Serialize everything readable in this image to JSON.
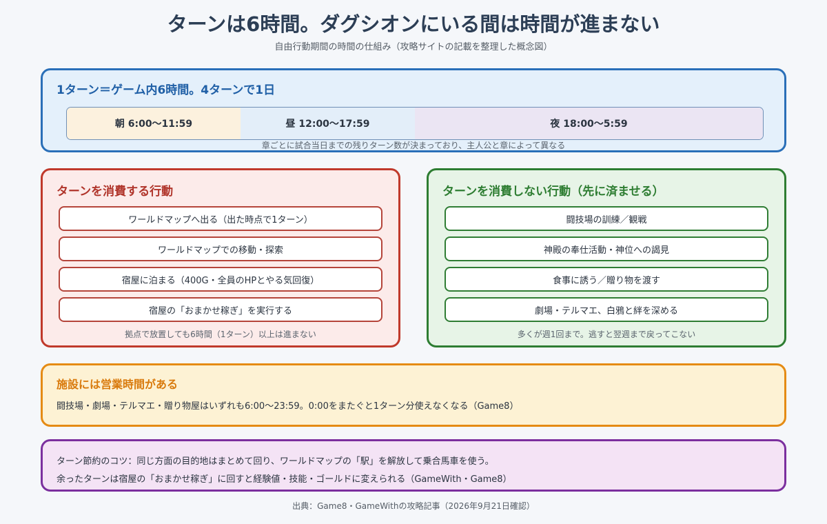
{
  "header": {
    "title": "ターンは6時間。ダグシオンにいる間は時間が進まない",
    "subtitle": "自由行動期間の時間の仕組み（攻略サイトの記載を整理した概念図）"
  },
  "turn": {
    "title": "1ターン＝ゲーム内6時間。4ターンで1日",
    "segments": [
      "朝 6:00〜11:59",
      "昼 12:00〜17:59",
      "夜 18:00〜5:59"
    ],
    "segment_colors": [
      "#fcf1de",
      "#e3eef9",
      "#ebe5f3"
    ],
    "note": "章ごとに試合当日までの残りターン数が決まっており、主人公と章によって異なる"
  },
  "consume": {
    "title": "ターンを消費する行動",
    "items": [
      "ワールドマップへ出る（出た時点で1ターン）",
      "ワールドマップでの移動・探索",
      "宿屋に泊まる（400G・全員のHPとやる気回復）",
      "宿屋の「おまかせ稼ぎ」を実行する"
    ],
    "note": "拠点で放置しても6時間（1ターン）以上は進まない",
    "color": "#c0392b"
  },
  "nonconsume": {
    "title": "ターンを消費しない行動（先に済ませる）",
    "items": [
      "闘技場の訓練／観戦",
      "神殿の奉仕活動・神位への謁見",
      "食事に誘う／贈り物を渡す",
      "劇場・テルマエ、白鴉と絆を深める"
    ],
    "note": "多くが週1回まで。逃すと翌週まで戻ってこない",
    "color": "#2e7d32"
  },
  "hours": {
    "title": "施設には営業時間がある",
    "text": "闘技場・劇場・テルマエ・贈り物屋はいずれも6:00〜23:59。0:00をまたぐと1ターン分使えなくなる（Game8）",
    "color": "#e58b14"
  },
  "tips": {
    "line1": "ターン節約のコツ：同じ方面の目的地はまとめて回り、ワールドマップの「駅」を解放して乗合馬車を使う。",
    "line2": "余ったターンは宿屋の「おまかせ稼ぎ」に回すと経験値・技能・ゴールドに変えられる（GameWith・Game8）",
    "color": "#7b2f9e"
  },
  "source": "出典：Game8・GameWithの攻略記事（2026年9月21日確認）"
}
